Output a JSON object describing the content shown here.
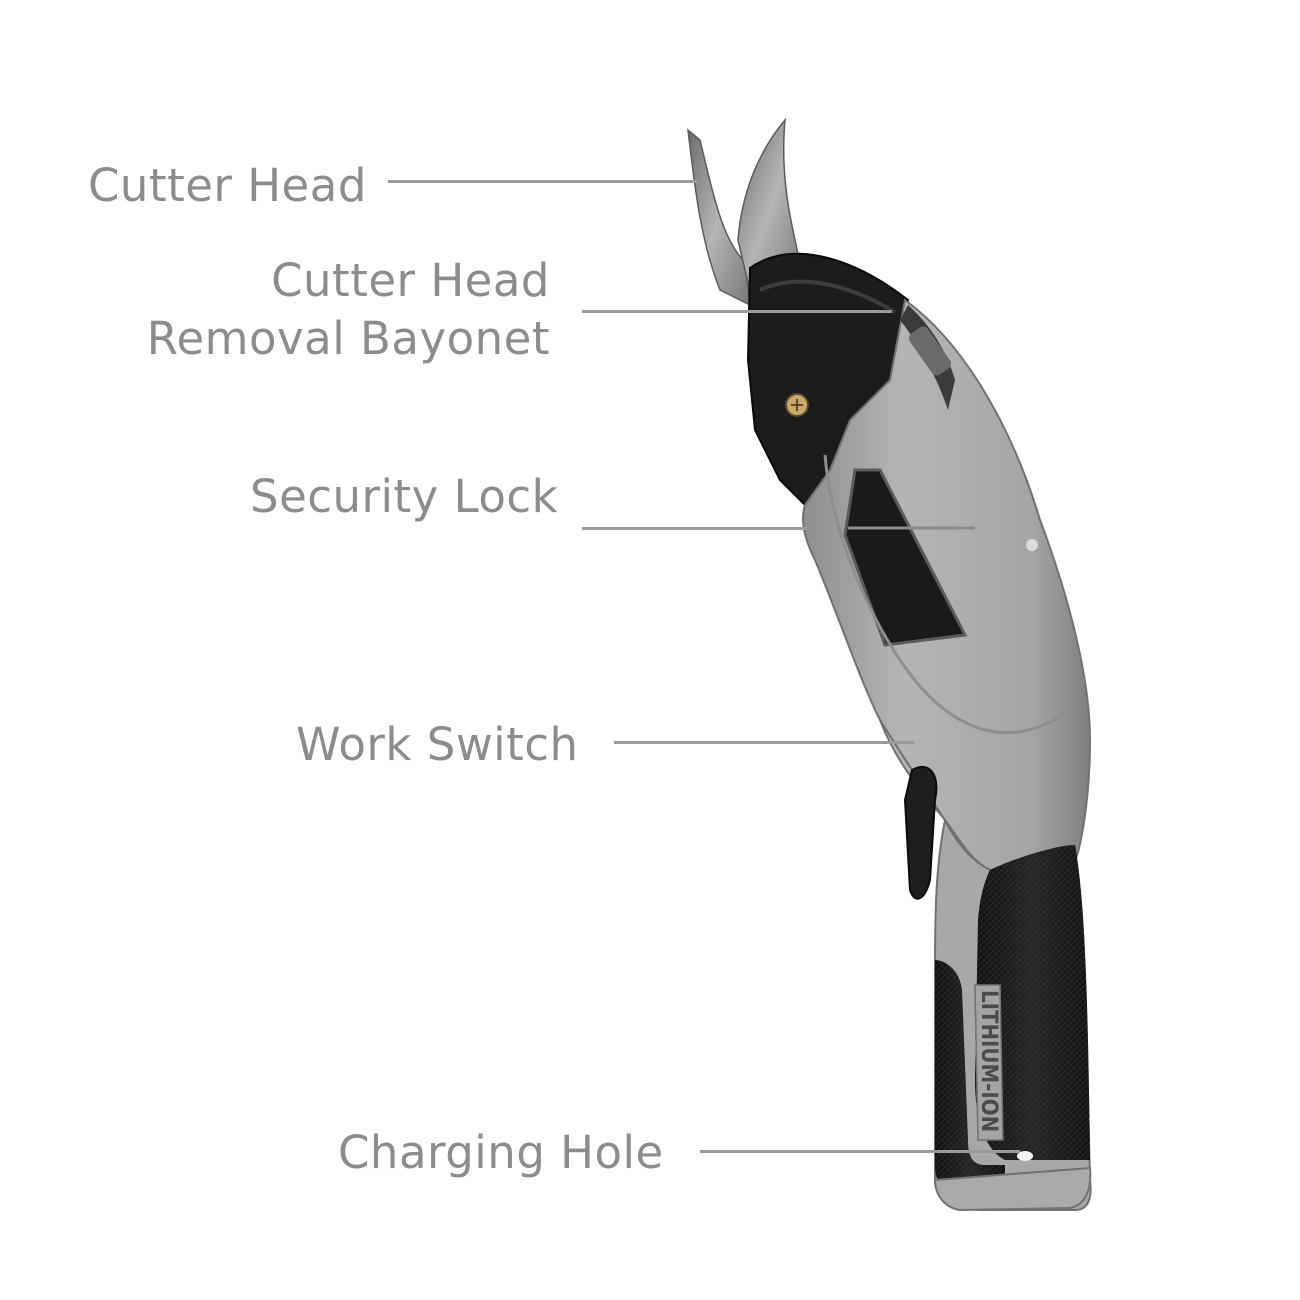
{
  "callouts": {
    "cutter_head": "Cutter Head",
    "removal_bayonet_line1": "Cutter Head",
    "removal_bayonet_line2": "Removal Bayonet",
    "security_lock": "Security Lock",
    "work_switch": "Work Switch",
    "charging_hole": "Charging Hole"
  },
  "product": {
    "grip_text": "LITHIUM-ION"
  },
  "colors": {
    "label_text": "#8c8c8c",
    "leader_line": "#9a9a9a",
    "body_gray": "#a9aaac",
    "grip_black": "#1a1a1a",
    "blade_steel": "#8f8f8f"
  }
}
